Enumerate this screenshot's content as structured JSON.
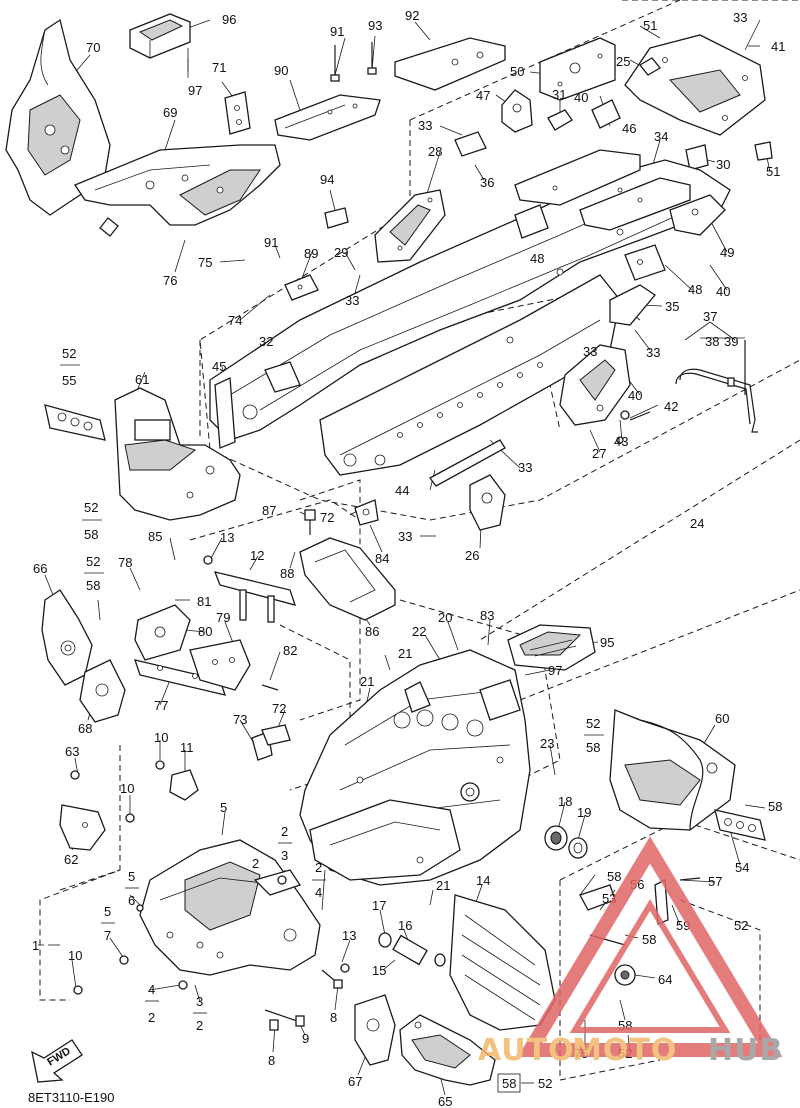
{
  "diagram": {
    "code": "8ET3110-E190",
    "fwd_label": "FWD"
  },
  "watermark": {
    "text_a": "AUTO",
    "text_b": "MOTO",
    "text_c": "HUB",
    "color_a": "#f2b86b",
    "color_b": "#f2b86b",
    "color_c": "#9a9a9a",
    "triangle_color": "#e06666"
  },
  "callouts": [
    {
      "id": "c96",
      "label": "96"
    },
    {
      "id": "c97a",
      "label": "97"
    },
    {
      "id": "c70",
      "label": "70"
    },
    {
      "id": "c71",
      "label": "71"
    },
    {
      "id": "c69",
      "label": "69"
    },
    {
      "id": "c90",
      "label": "90"
    },
    {
      "id": "c91a",
      "label": "91"
    },
    {
      "id": "c93",
      "label": "93"
    },
    {
      "id": "c92",
      "label": "92"
    },
    {
      "id": "c51a",
      "label": "51"
    },
    {
      "id": "c33a",
      "label": "33"
    },
    {
      "id": "c41",
      "label": "41"
    },
    {
      "id": "c50",
      "label": "50"
    },
    {
      "id": "c25",
      "label": "25"
    },
    {
      "id": "c47",
      "label": "47"
    },
    {
      "id": "c31",
      "label": "31"
    },
    {
      "id": "c40a",
      "label": "40"
    },
    {
      "id": "c46",
      "label": "46"
    },
    {
      "id": "c33b",
      "label": "33"
    },
    {
      "id": "c28",
      "label": "28"
    },
    {
      "id": "c36",
      "label": "36"
    },
    {
      "id": "c34",
      "label": "34"
    },
    {
      "id": "c30",
      "label": "30"
    },
    {
      "id": "c51b",
      "label": "51"
    },
    {
      "id": "c94",
      "label": "94"
    },
    {
      "id": "c91b",
      "label": "91"
    },
    {
      "id": "c89",
      "label": "89"
    },
    {
      "id": "c29",
      "label": "29"
    },
    {
      "id": "c48a",
      "label": "48"
    },
    {
      "id": "c49",
      "label": "49"
    },
    {
      "id": "c75a",
      "label": "75"
    },
    {
      "id": "c76",
      "label": "76"
    },
    {
      "id": "c33c",
      "label": "33"
    },
    {
      "id": "c48b",
      "label": "48"
    },
    {
      "id": "c40b",
      "label": "40"
    },
    {
      "id": "c74",
      "label": "74"
    },
    {
      "id": "c35",
      "label": "35"
    },
    {
      "id": "c32",
      "label": "32"
    },
    {
      "id": "c37",
      "label": "37"
    },
    {
      "id": "c38",
      "label": "38"
    },
    {
      "id": "c39",
      "label": "39"
    },
    {
      "id": "c33d",
      "label": "33"
    },
    {
      "id": "c52a",
      "label": "52"
    },
    {
      "id": "c55",
      "label": "55"
    },
    {
      "id": "c61",
      "label": "61"
    },
    {
      "id": "c45",
      "label": "45"
    },
    {
      "id": "c33e",
      "label": "33"
    },
    {
      "id": "c40c",
      "label": "40"
    },
    {
      "id": "c42",
      "label": "42"
    },
    {
      "id": "c43",
      "label": "43"
    },
    {
      "id": "c27",
      "label": "27"
    },
    {
      "id": "c33f",
      "label": "33"
    },
    {
      "id": "c44",
      "label": "44"
    },
    {
      "id": "c24",
      "label": "24"
    },
    {
      "id": "c52b",
      "label": "52"
    },
    {
      "id": "c58a",
      "label": "58"
    },
    {
      "id": "c87",
      "label": "87"
    },
    {
      "id": "c72a",
      "label": "72"
    },
    {
      "id": "c33g",
      "label": "33"
    },
    {
      "id": "c84",
      "label": "84"
    },
    {
      "id": "c26",
      "label": "26"
    },
    {
      "id": "c13a",
      "label": "13"
    },
    {
      "id": "c85",
      "label": "85"
    },
    {
      "id": "c12",
      "label": "12"
    },
    {
      "id": "c88",
      "label": "88"
    },
    {
      "id": "c66",
      "label": "66"
    },
    {
      "id": "c52c",
      "label": "52"
    },
    {
      "id": "c58b",
      "label": "58"
    },
    {
      "id": "c78",
      "label": "78"
    },
    {
      "id": "c81",
      "label": "81"
    },
    {
      "id": "c86",
      "label": "86"
    },
    {
      "id": "c20",
      "label": "20"
    },
    {
      "id": "c83",
      "label": "83"
    },
    {
      "id": "c95",
      "label": "95"
    },
    {
      "id": "c80",
      "label": "80"
    },
    {
      "id": "c79",
      "label": "79"
    },
    {
      "id": "c82",
      "label": "82"
    },
    {
      "id": "c22",
      "label": "22"
    },
    {
      "id": "c21a",
      "label": "21"
    },
    {
      "id": "c97b",
      "label": "97"
    },
    {
      "id": "c68",
      "label": "68"
    },
    {
      "id": "c77",
      "label": "77"
    },
    {
      "id": "c21b",
      "label": "21"
    },
    {
      "id": "c73",
      "label": "73"
    },
    {
      "id": "c72b",
      "label": "72"
    },
    {
      "id": "c52d",
      "label": "52"
    },
    {
      "id": "c58c",
      "label": "58"
    },
    {
      "id": "c60",
      "label": "60"
    },
    {
      "id": "c23",
      "label": "23"
    },
    {
      "id": "c63",
      "label": "63"
    },
    {
      "id": "c10a",
      "label": "10"
    },
    {
      "id": "c11",
      "label": "11"
    },
    {
      "id": "c10b",
      "label": "10"
    },
    {
      "id": "c5a",
      "label": "5"
    },
    {
      "id": "c18",
      "label": "18"
    },
    {
      "id": "c19",
      "label": "19"
    },
    {
      "id": "c58d",
      "label": "58"
    },
    {
      "id": "c62",
      "label": "62"
    },
    {
      "id": "c2a",
      "label": "2"
    },
    {
      "id": "c3a",
      "label": "3"
    },
    {
      "id": "c54",
      "label": "54"
    },
    {
      "id": "c2b",
      "label": "2"
    },
    {
      "id": "c2c",
      "label": "2"
    },
    {
      "id": "c4a",
      "label": "4"
    },
    {
      "id": "c5b",
      "label": "5"
    },
    {
      "id": "c6",
      "label": "6"
    },
    {
      "id": "c58e",
      "label": "58"
    },
    {
      "id": "c56",
      "label": "56"
    },
    {
      "id": "c57",
      "label": "57"
    },
    {
      "id": "c21c",
      "label": "21"
    },
    {
      "id": "c14",
      "label": "14"
    },
    {
      "id": "c53",
      "label": "53"
    },
    {
      "id": "c59",
      "label": "59"
    },
    {
      "id": "c5c",
      "label": "5"
    },
    {
      "id": "c7",
      "label": "7"
    },
    {
      "id": "c1",
      "label": "1"
    },
    {
      "id": "c17",
      "label": "17"
    },
    {
      "id": "c16",
      "label": "16"
    },
    {
      "id": "c13b",
      "label": "13"
    },
    {
      "id": "c52e",
      "label": "52"
    },
    {
      "id": "c58f",
      "label": "58"
    },
    {
      "id": "c10c",
      "label": "10"
    },
    {
      "id": "c15",
      "label": "15"
    },
    {
      "id": "c64",
      "label": "64"
    },
    {
      "id": "c4b",
      "label": "4"
    },
    {
      "id": "c2d",
      "label": "2"
    },
    {
      "id": "c3b",
      "label": "3"
    },
    {
      "id": "c2e",
      "label": "2"
    },
    {
      "id": "c8a",
      "label": "8"
    },
    {
      "id": "c58g",
      "label": "58"
    },
    {
      "id": "c75b",
      "label": "75"
    },
    {
      "id": "c52f",
      "label": "52"
    },
    {
      "id": "c9",
      "label": "9"
    },
    {
      "id": "c8b",
      "label": "8"
    },
    {
      "id": "c67",
      "label": "67"
    },
    {
      "id": "c58h",
      "label": "58"
    },
    {
      "id": "c52g",
      "label": "52"
    },
    {
      "id": "c65",
      "label": "65"
    }
  ]
}
